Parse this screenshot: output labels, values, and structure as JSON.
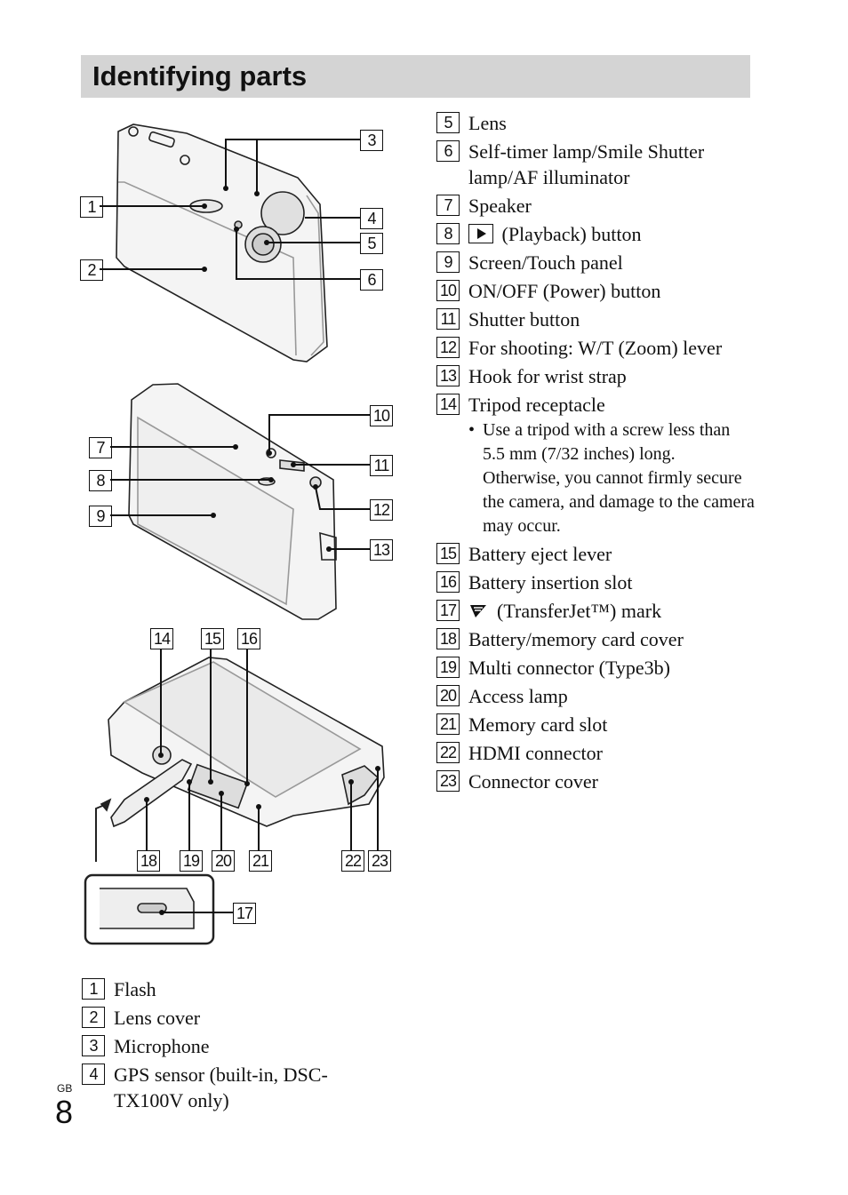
{
  "header": {
    "title": "Identifying parts"
  },
  "parts_right": [
    {
      "num": "5",
      "label": "Lens"
    },
    {
      "num": "6",
      "label": "Self-timer lamp/Smile Shutter lamp/AF illuminator"
    },
    {
      "num": "7",
      "label": "Speaker"
    },
    {
      "num": "8",
      "label": "(Playback) button",
      "icon": "playback-icon"
    },
    {
      "num": "9",
      "label": "Screen/Touch panel"
    },
    {
      "num": "10",
      "label": "ON/OFF (Power) button"
    },
    {
      "num": "11",
      "label": "Shutter button"
    },
    {
      "num": "12",
      "label": "For shooting: W/T (Zoom) lever"
    },
    {
      "num": "13",
      "label": "Hook for wrist strap"
    },
    {
      "num": "14",
      "label": "Tripod receptacle",
      "note": "Use a tripod with a screw less than 5.5 mm (7/32 inches) long. Otherwise, you cannot firmly secure the camera, and damage to the camera may occur."
    },
    {
      "num": "15",
      "label": "Battery eject lever"
    },
    {
      "num": "16",
      "label": "Battery insertion slot"
    },
    {
      "num": "17",
      "label": "(TransferJet™) mark",
      "icon": "transferjet-icon"
    },
    {
      "num": "18",
      "label": "Battery/memory card cover"
    },
    {
      "num": "19",
      "label": "Multi connector (Type3b)"
    },
    {
      "num": "20",
      "label": "Access lamp"
    },
    {
      "num": "21",
      "label": "Memory card slot"
    },
    {
      "num": "22",
      "label": "HDMI connector"
    },
    {
      "num": "23",
      "label": "Connector cover"
    }
  ],
  "parts_bottom": [
    {
      "num": "1",
      "label": "Flash"
    },
    {
      "num": "2",
      "label": "Lens cover"
    },
    {
      "num": "3",
      "label": "Microphone"
    },
    {
      "num": "4",
      "label": "GPS sensor (built-in, DSC-TX100V only)"
    }
  ],
  "callouts": [
    "1",
    "2",
    "3",
    "4",
    "5",
    "6",
    "7",
    "8",
    "9",
    "10",
    "11",
    "12",
    "13",
    "14",
    "15",
    "16",
    "17",
    "18",
    "19",
    "20",
    "21",
    "22",
    "23"
  ],
  "footer": {
    "region": "GB",
    "page": "8"
  }
}
